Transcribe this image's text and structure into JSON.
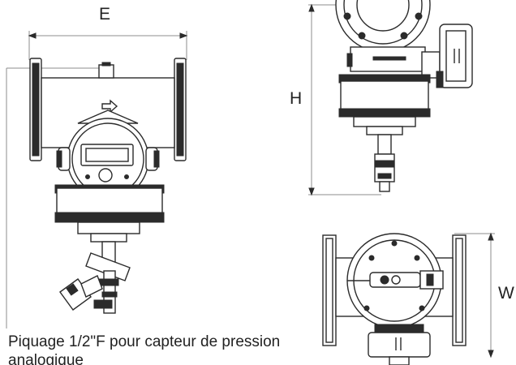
{
  "dimensions": {
    "e": "E",
    "h": "H",
    "w": "W"
  },
  "caption": "Piquage 1/2\"F pour capteur de pression analogique"
}
